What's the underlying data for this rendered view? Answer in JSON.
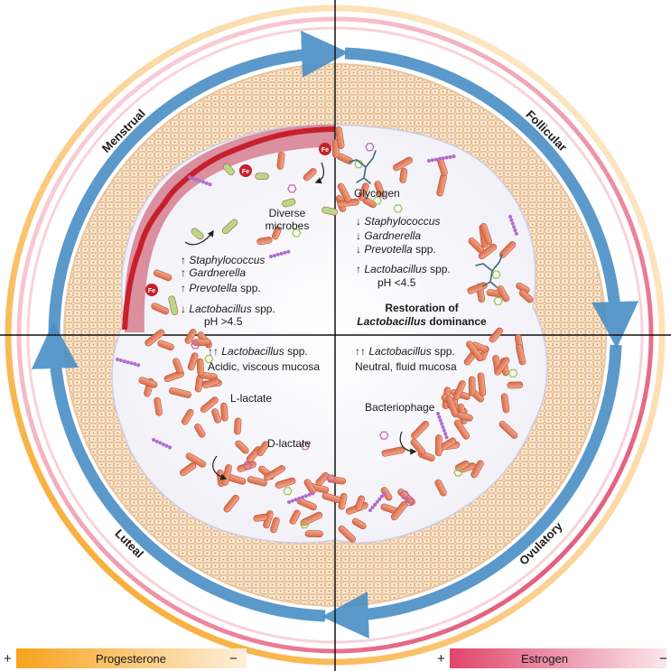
{
  "phases": {
    "menstrual": "Menstrual",
    "follicular": "Follicular",
    "ovulatory": "Ovulatory",
    "luteal": "Luteal"
  },
  "menstrual_quadrant": {
    "fe": "Fe",
    "diverse_microbes": [
      "Diverse",
      "microbes"
    ],
    "staph": "Staphylococcus",
    "gardnerella": "Gardnerella",
    "prevotella": "Prevotella",
    "spp": "spp.",
    "lacto": "Lactobacillus",
    "ph": "pH >4.5"
  },
  "follicular_quadrant": {
    "glycogen": "Glycogen",
    "staph": "Staphylococcus",
    "gardnerella": "Gardnerella",
    "prevotella": "Prevotella",
    "spp": "spp.",
    "lacto": "Lactobacillus",
    "ph": "pH <4.5",
    "restoration_line1": "Restoration of",
    "restoration_lacto": "Lactobacillus",
    "restoration_dominance": "dominance"
  },
  "luteal_quadrant": {
    "lacto": "Lactobacillus",
    "spp": "spp.",
    "mucosa": "Acidic, viscous mucosa",
    "l_lactate": "L-lactate",
    "d_lactate": "D-lactate"
  },
  "ovulatory_quadrant": {
    "lacto": "Lactobacillus",
    "spp": "spp.",
    "mucosa": "Neutral, fluid mucosa",
    "bacteriophage": "Bacteriophage"
  },
  "hormone_bars": {
    "progesterone": {
      "label": "Progesterone",
      "plus": "+",
      "minus": "−",
      "color": "#f7a21b"
    },
    "estrogen": {
      "label": "Estrogen",
      "plus": "+",
      "minus": "−",
      "color": "#e0456a"
    }
  },
  "colors": {
    "arrow_blue": "#4a8ec6",
    "tissue": "#f5dcc0",
    "lumen": "#e8e6f3",
    "blood": "#c6202c",
    "bacteria": "#e8825e"
  }
}
